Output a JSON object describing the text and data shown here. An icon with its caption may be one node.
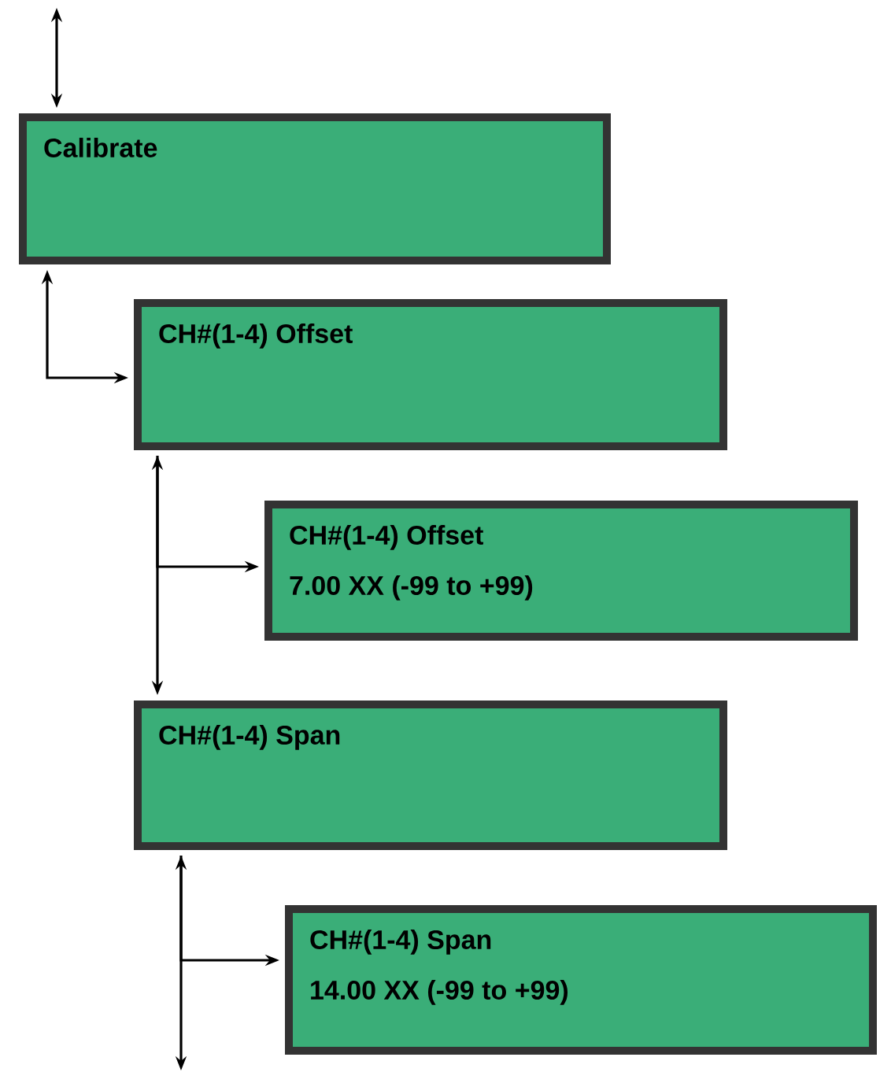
{
  "diagram": {
    "nodes": [
      {
        "text": [
          "Calibrate"
        ]
      },
      {
        "text": [
          "CH#(1-4) Offset"
        ]
      },
      {
        "text": [
          "CH#(1-4) Offset",
          "7.00 XX (-99 to +99)"
        ]
      },
      {
        "text": [
          "CH#(1-4) Span"
        ]
      },
      {
        "text": [
          "CH#(1-4) Span",
          "14.00 XX (-99 to +99)"
        ]
      }
    ],
    "edges": [
      {
        "from": null,
        "to": 0,
        "arrow": "both"
      },
      {
        "from": 0,
        "to": 1,
        "arrow": "both"
      },
      {
        "from": 1,
        "to": 3,
        "arrow": "both"
      },
      {
        "from": 1,
        "to": 2,
        "arrow": "to"
      },
      {
        "from": 3,
        "to": null,
        "arrow": "both"
      },
      {
        "from": 3,
        "to": 4,
        "arrow": "to"
      }
    ]
  }
}
